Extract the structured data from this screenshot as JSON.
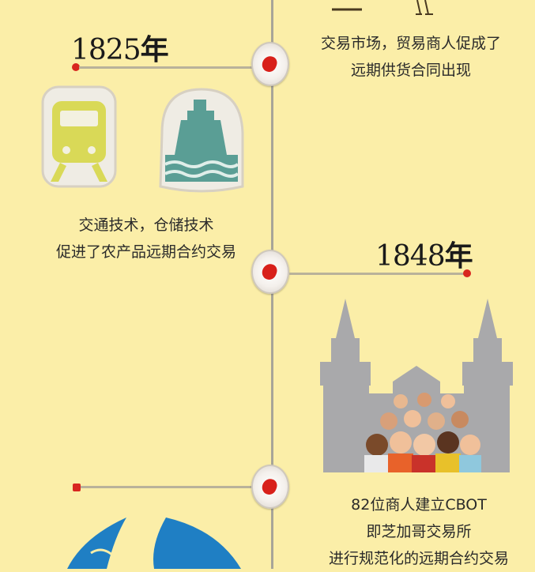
{
  "timeline": {
    "events": [
      {
        "year": "1825",
        "year_suffix": "年",
        "caption_lines": [
          "交通技术，仓储技术",
          "促进了农产品远期合约交易"
        ],
        "icons": [
          "train-icon",
          "ship-icon"
        ]
      },
      {
        "year": "1848",
        "year_suffix": "年",
        "caption_lines": [
          "82位商人建立CBOT",
          "即芝加哥交易所",
          "进行规范化的远期合约交易"
        ],
        "icons": [
          "exchange-building-crowd-icon"
        ]
      }
    ],
    "top_right_caption_lines": [
      "交易市场，贸易商人促成了",
      "远期供货合同出现"
    ],
    "bottom_left_icon": "globe-icon"
  },
  "colors": {
    "background": "#fbeea8",
    "spine": "#a8a598",
    "accent_red": "#d8261f",
    "train_yellow": "#d9d957",
    "ship_teal": "#5a9e95",
    "building_gray": "#a9a9ab",
    "globe_blue": "#1f7fc4"
  }
}
